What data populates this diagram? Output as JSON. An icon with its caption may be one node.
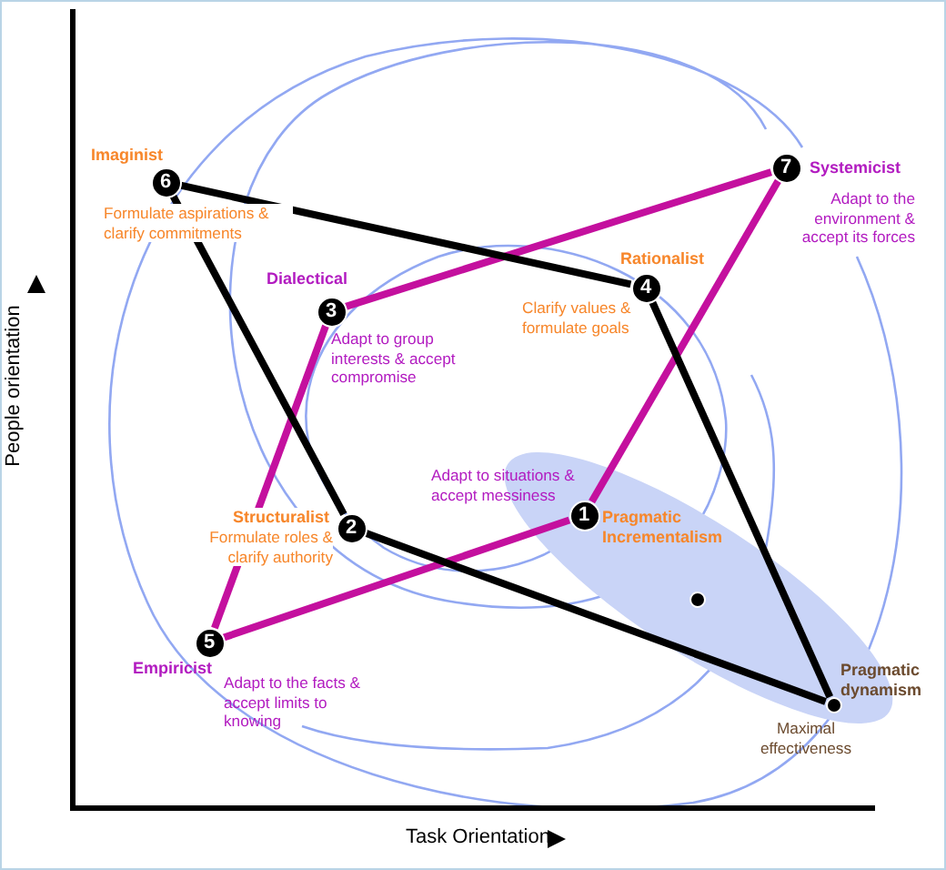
{
  "diagram": {
    "nodes": [
      {
        "text": [
          "1"
        ],
        "beside": [
          "Pragmatic Incrementalism",
          "Adapt to situations & accept messiness"
        ]
      },
      {
        "text": [
          "2"
        ],
        "beside": [
          "Structuralist",
          "Formulate roles & clarify authority"
        ]
      },
      {
        "text": [
          "3"
        ],
        "beside": [
          "Dialectical",
          "Adapt to group interests & accept compromise"
        ]
      },
      {
        "text": [
          "4"
        ],
        "beside": [
          "Rationalist",
          "Clarify values & formulate goals"
        ]
      },
      {
        "text": [
          "5"
        ],
        "beside": [
          "Empiricist",
          "Adapt to the facts & accept limits to knowing"
        ]
      },
      {
        "text": [
          "6"
        ],
        "beside": [
          "Imaginist",
          "Formulate aspirations & clarify commitments"
        ]
      },
      {
        "text": [
          "7"
        ],
        "beside": [
          "Systemicist",
          "Adapt to the environment & accept its forces"
        ]
      },
      {
        "text": [],
        "shape": "circle",
        "beside": [
          "Pragmatic dynamism",
          "Maximal effectiveness"
        ]
      },
      {
        "text": [],
        "shape": "circle"
      }
    ],
    "edges": [
      {
        "from": 4,
        "to": 2,
        "arrow": "none",
        "color": "#c4109e"
      },
      {
        "from": 2,
        "to": 6,
        "arrow": "none",
        "color": "#c4109e"
      },
      {
        "from": 6,
        "to": 0,
        "arrow": "none",
        "color": "#c4109e"
      },
      {
        "from": 0,
        "to": 4,
        "arrow": "none",
        "color": "#c4109e"
      },
      {
        "from": 5,
        "to": 3,
        "arrow": "none",
        "color": "#000000"
      },
      {
        "from": 3,
        "to": 7,
        "arrow": "none",
        "color": "#000000"
      },
      {
        "from": 7,
        "to": 1,
        "arrow": "none",
        "color": "#000000"
      },
      {
        "from": 1,
        "to": 5,
        "arrow": "none",
        "color": "#000000"
      }
    ],
    "labels": [
      "People orientation",
      "Task Orientation"
    ]
  }
}
